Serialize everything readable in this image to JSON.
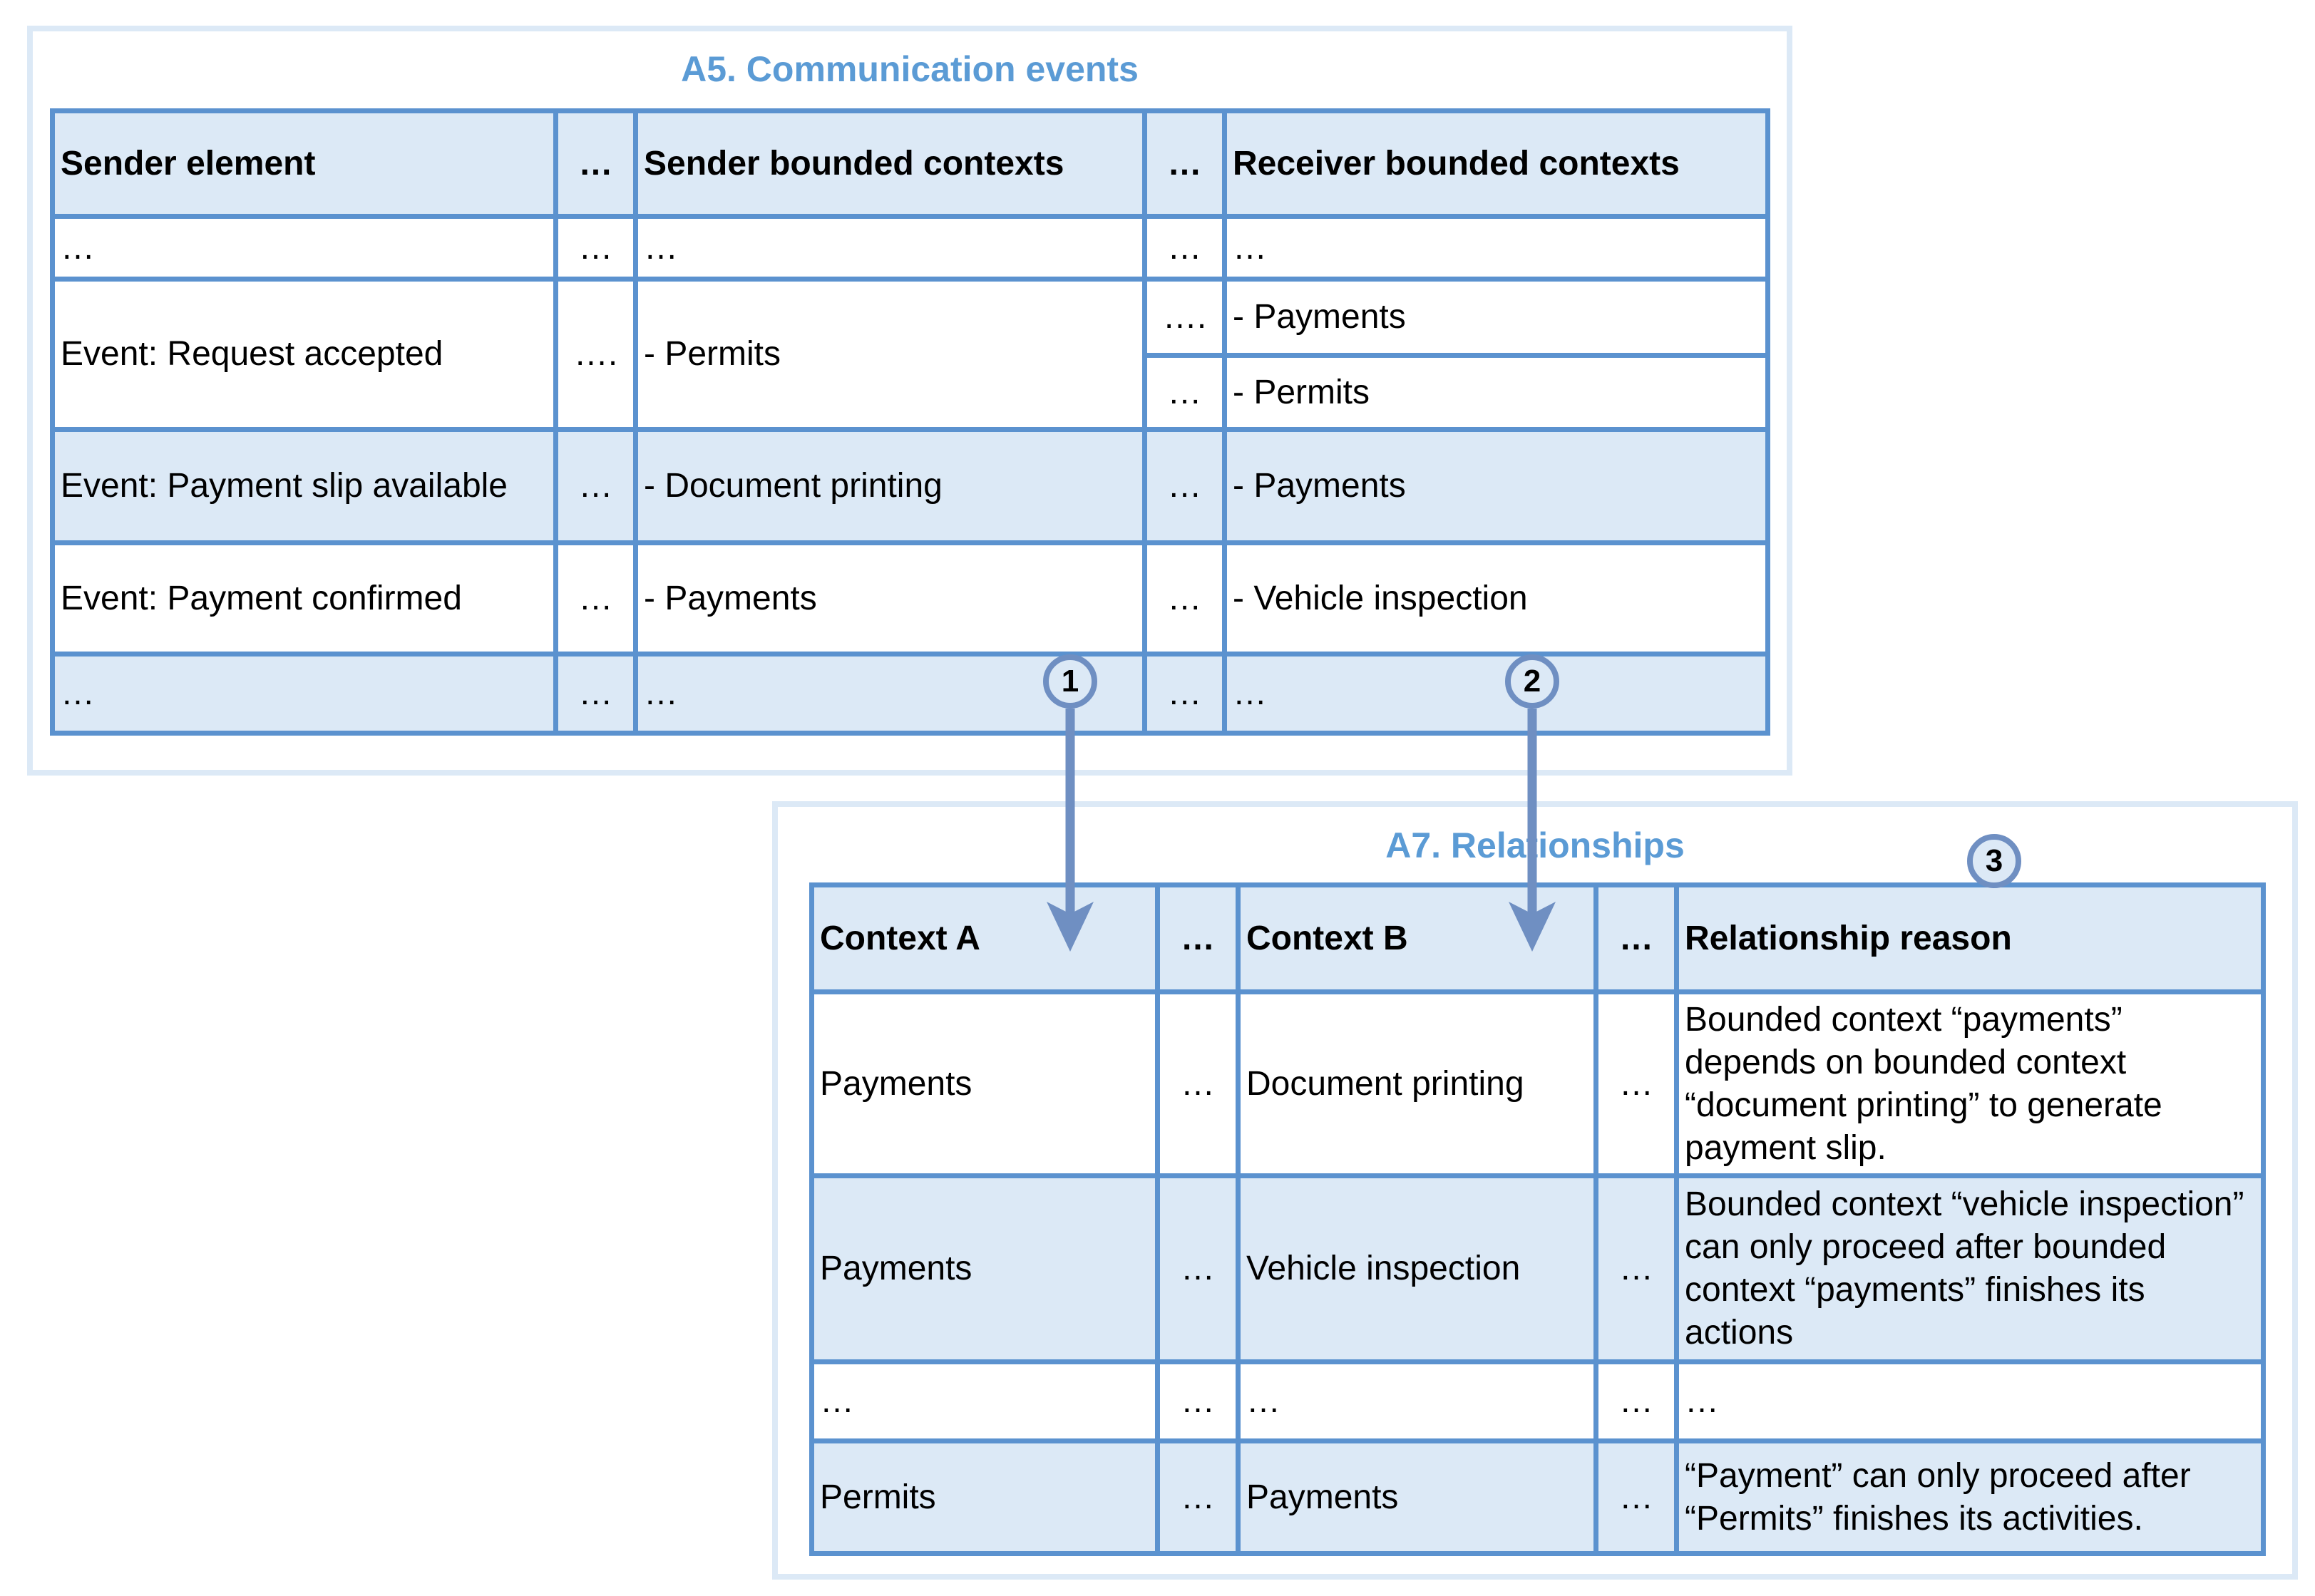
{
  "a5": {
    "title": "A5. Communication events",
    "headers": [
      "Sender element",
      "…",
      "Sender bounded contexts",
      "…",
      "Receiver bounded contexts"
    ],
    "row_ellipsis_top": [
      "…",
      "…",
      "…",
      "…",
      "…"
    ],
    "row_request": {
      "sender": "Event: Request accepted",
      "gap1": "….",
      "sender_ctx": "- Permits",
      "receivers": [
        {
          "gap2": "….",
          "ctx": "- Payments"
        },
        {
          "gap2": "…",
          "ctx": "- Permits"
        }
      ]
    },
    "row_slip": [
      "Event: Payment slip available",
      "…",
      "- Document printing",
      "…",
      "- Payments"
    ],
    "row_confirmed": [
      "Event: Payment confirmed",
      "…",
      "- Payments",
      "…",
      "- Vehicle inspection"
    ],
    "row_ellipsis_bottom": [
      "…",
      "…",
      "…",
      "…",
      "…"
    ]
  },
  "a7": {
    "title": "A7. Relationships",
    "headers": [
      "Context A",
      "…",
      "Context B",
      "…",
      "Relationship reason"
    ],
    "rows": [
      [
        "Payments",
        "…",
        "Document printing",
        "…",
        "Bounded context “payments” depends on bounded context “document printing” to generate payment slip."
      ],
      [
        "Payments",
        "…",
        "Vehicle inspection",
        "…",
        "Bounded context “vehicle inspection” can only proceed after bounded context “payments” finishes its actions"
      ],
      [
        "…",
        "…",
        "…",
        "…",
        "…"
      ],
      [
        "Permits",
        "…",
        "Payments",
        "…",
        "“Payment” can only proceed after “Permits” finishes its activities."
      ]
    ]
  },
  "badges": [
    "1",
    "2",
    "3"
  ],
  "colors": {
    "border": "#5b92cf",
    "fill": "#dce9f6",
    "title": "#5b9bd5",
    "arrow": "#6f8fc2"
  }
}
